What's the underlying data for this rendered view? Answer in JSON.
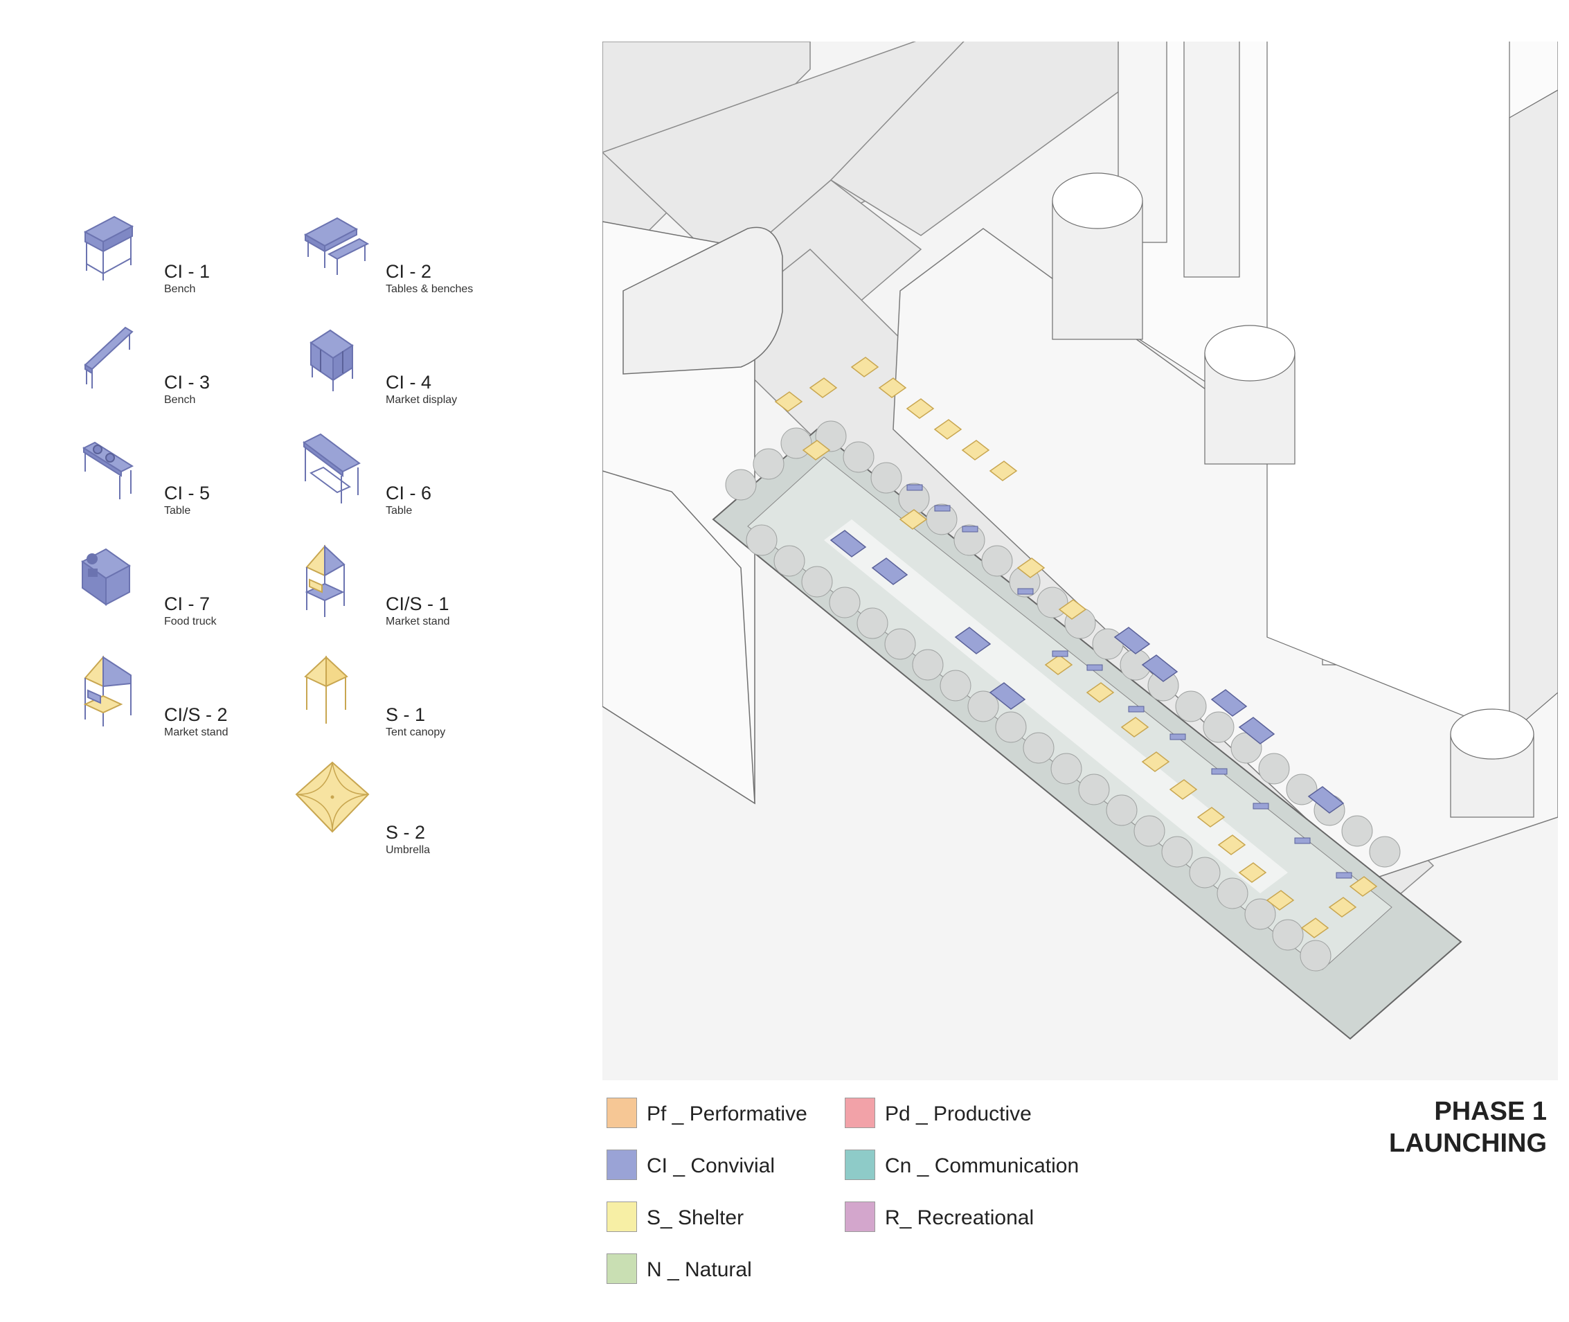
{
  "colors": {
    "convivial": "#9aa3d6",
    "convivial_dark": "#6b73b0",
    "shelter": "#f7e3a1",
    "shelter_dark": "#c8a650"
  },
  "catalog": [
    {
      "code": "CI - 1",
      "name": "Bench",
      "icon": "bench-pavilion-icon"
    },
    {
      "code": "CI - 2",
      "name": "Tables & benches",
      "icon": "tables-benches-icon"
    },
    {
      "code": "CI - 3",
      "name": "Bench",
      "icon": "bench-icon"
    },
    {
      "code": "CI - 4",
      "name": "Market display",
      "icon": "market-display-icon"
    },
    {
      "code": "CI - 5",
      "name": "Table",
      "icon": "table-icon"
    },
    {
      "code": "CI - 6",
      "name": "Table",
      "icon": "table-canopy-icon"
    },
    {
      "code": "CI - 7",
      "name": "Food truck",
      "icon": "food-truck-icon"
    },
    {
      "code": "CI/S - 1",
      "name": "Market stand",
      "icon": "market-stand-icon"
    },
    {
      "code": "CI/S - 2",
      "name": "Market stand",
      "icon": "market-stand-icon"
    },
    {
      "code": "S - 1",
      "name": "Tent canopy",
      "icon": "tent-canopy-icon"
    },
    {
      "code": "S - 2",
      "name": "Umbrella",
      "icon": "umbrella-icon"
    }
  ],
  "legend": [
    {
      "label": "Pf _ Performative",
      "color": "#f6c795"
    },
    {
      "label": "Pd _ Productive",
      "color": "#f2a2a8"
    },
    {
      "label": "CI _ Convivial",
      "color": "#9aa3d6"
    },
    {
      "label": "Cn _ Communication",
      "color": "#8ecbc8"
    },
    {
      "label": "S_ Shelter",
      "color": "#f7efa5"
    },
    {
      "label": "R_ Recreational",
      "color": "#d3a6cc"
    },
    {
      "label": "N _ Natural",
      "color": "#c9dfb3"
    }
  ],
  "phase": {
    "line1": "PHASE 1",
    "line2": "LAUNCHING"
  }
}
